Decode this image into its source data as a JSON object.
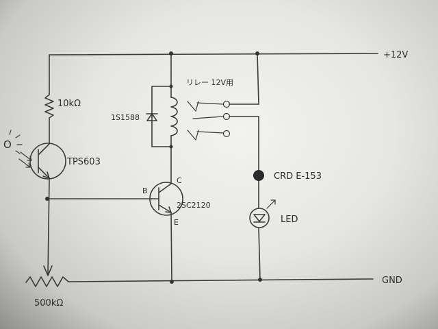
{
  "rails": {
    "supply": "+12V",
    "ground": "GND"
  },
  "components": {
    "resistor_top": "10kΩ",
    "phototransistor": "TPS603",
    "potentiometer": "500kΩ",
    "diode": "1S1588",
    "relay": "リレー 12V用",
    "transistor": "2SC2120",
    "crd": "CRD E-153",
    "led": "LED"
  },
  "pins": {
    "base": "B",
    "collector": "C",
    "emitter": "E"
  },
  "light_symbol": "O"
}
